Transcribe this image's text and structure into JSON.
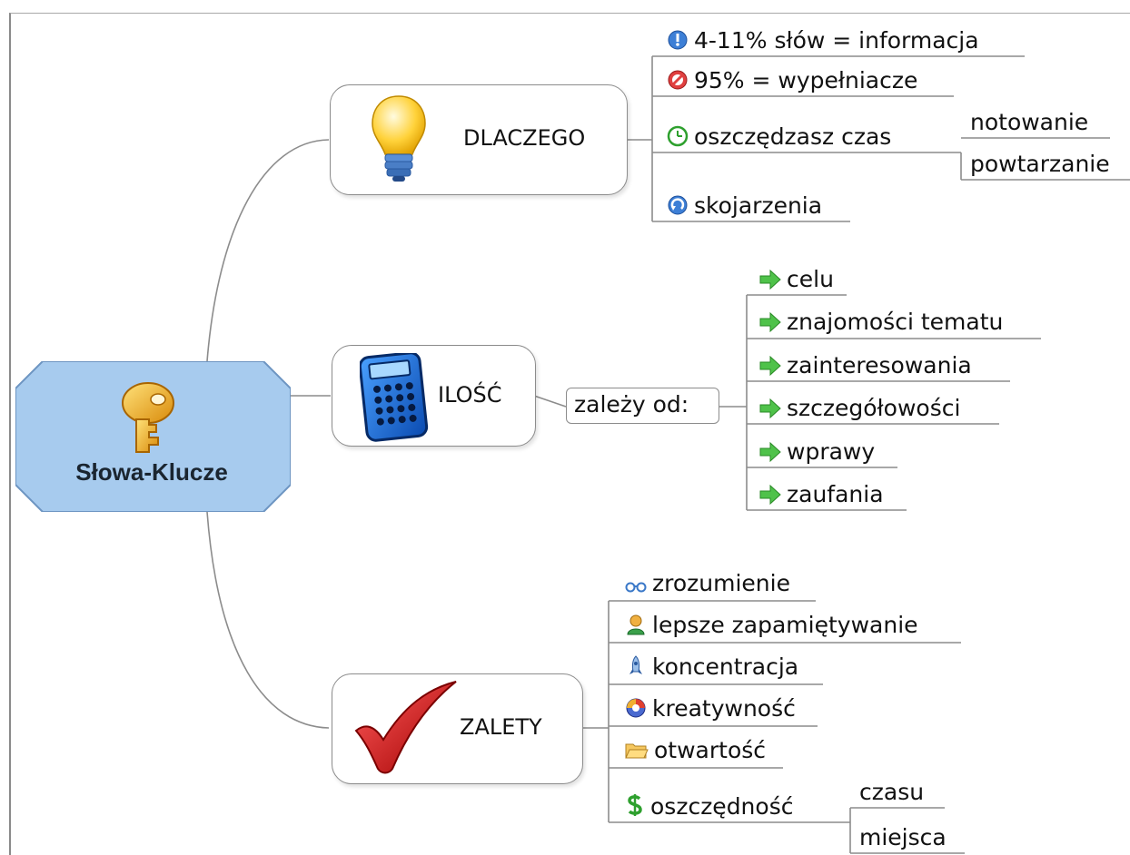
{
  "central": {
    "label": "Słowa-Klucze",
    "icon": "key-icon",
    "fill": "#a7cbee"
  },
  "branches": {
    "dlaczego": {
      "label": "DLACZEGO",
      "icon": "lightbulb-icon",
      "children": [
        {
          "label": "4-11% słów = informacja",
          "icon": "info-icon"
        },
        {
          "label": "95% = wypełniacze",
          "icon": "prohibited-icon"
        },
        {
          "label": "oszczędzasz czas",
          "icon": "clock-icon",
          "children": [
            {
              "label": "notowanie"
            },
            {
              "label": "powtarzanie"
            }
          ]
        },
        {
          "label": "skojarzenia",
          "icon": "refresh-icon"
        }
      ]
    },
    "ilosc": {
      "label": "ILOŚĆ",
      "icon": "calculator-icon",
      "child": {
        "label": "zależy od:",
        "children": [
          {
            "label": "celu",
            "icon": "arrow-right-icon"
          },
          {
            "label": "znajomości tematu",
            "icon": "arrow-right-icon"
          },
          {
            "label": "zainteresowania",
            "icon": "arrow-right-icon"
          },
          {
            "label": "szczegółowości",
            "icon": "arrow-right-icon"
          },
          {
            "label": "wprawy",
            "icon": "arrow-right-icon"
          },
          {
            "label": "zaufania",
            "icon": "arrow-right-icon"
          }
        ]
      }
    },
    "zalety": {
      "label": "ZALETY",
      "icon": "checkmark-icon",
      "children": [
        {
          "label": "zrozumienie",
          "icon": "glasses-icon"
        },
        {
          "label": "lepsze zapamiętywanie",
          "icon": "person-icon"
        },
        {
          "label": "koncentracja",
          "icon": "rocket-icon"
        },
        {
          "label": "kreatywność",
          "icon": "palette-icon"
        },
        {
          "label": "otwartość",
          "icon": "folder-icon"
        },
        {
          "label": "oszczędność",
          "icon": "dollar-icon",
          "children": [
            {
              "label": "czasu"
            },
            {
              "label": "miejsca"
            }
          ]
        }
      ]
    }
  },
  "colors": {
    "connector": "#8c8c8c",
    "arrow_green": "#4fc24a",
    "check_red": "#d11414",
    "bulb_yellow": "#ffd23a"
  }
}
